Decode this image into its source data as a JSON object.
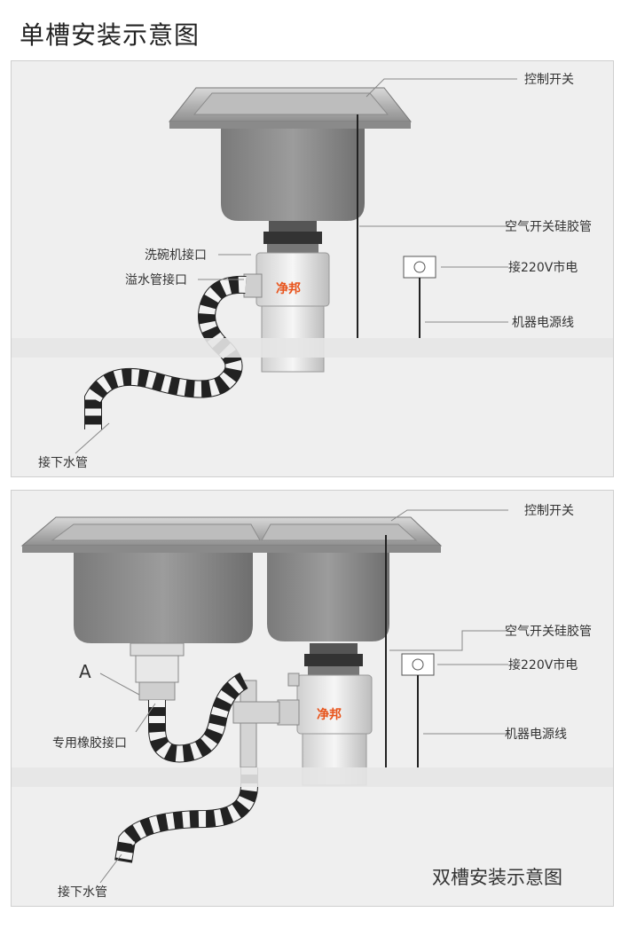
{
  "single": {
    "title": "单槽安装示意图",
    "labels": {
      "control_switch": "控制开关",
      "air_switch_tube": "空气开关硅胶管",
      "power_220v": "接220V市电",
      "power_cord": "机器电源线",
      "dishwasher_port": "洗碗机接口",
      "overflow_port": "溢水管接口",
      "drain": "接下水管"
    },
    "brand": "净邦"
  },
  "double": {
    "title": "双槽安装示意图",
    "labels": {
      "control_switch": "控制开关",
      "air_switch_tube": "空气开关硅胶管",
      "power_220v": "接220V市电",
      "power_cord": "机器电源线",
      "rubber_port": "专用橡胶接口",
      "drain": "接下水管",
      "marker_a": "A"
    },
    "brand": "净邦"
  },
  "colors": {
    "brand": "#e8541c",
    "panel_bg": "#efefef",
    "steel": "#a9a9a9",
    "basin": "#8e8e8e",
    "hose": "#222222"
  }
}
